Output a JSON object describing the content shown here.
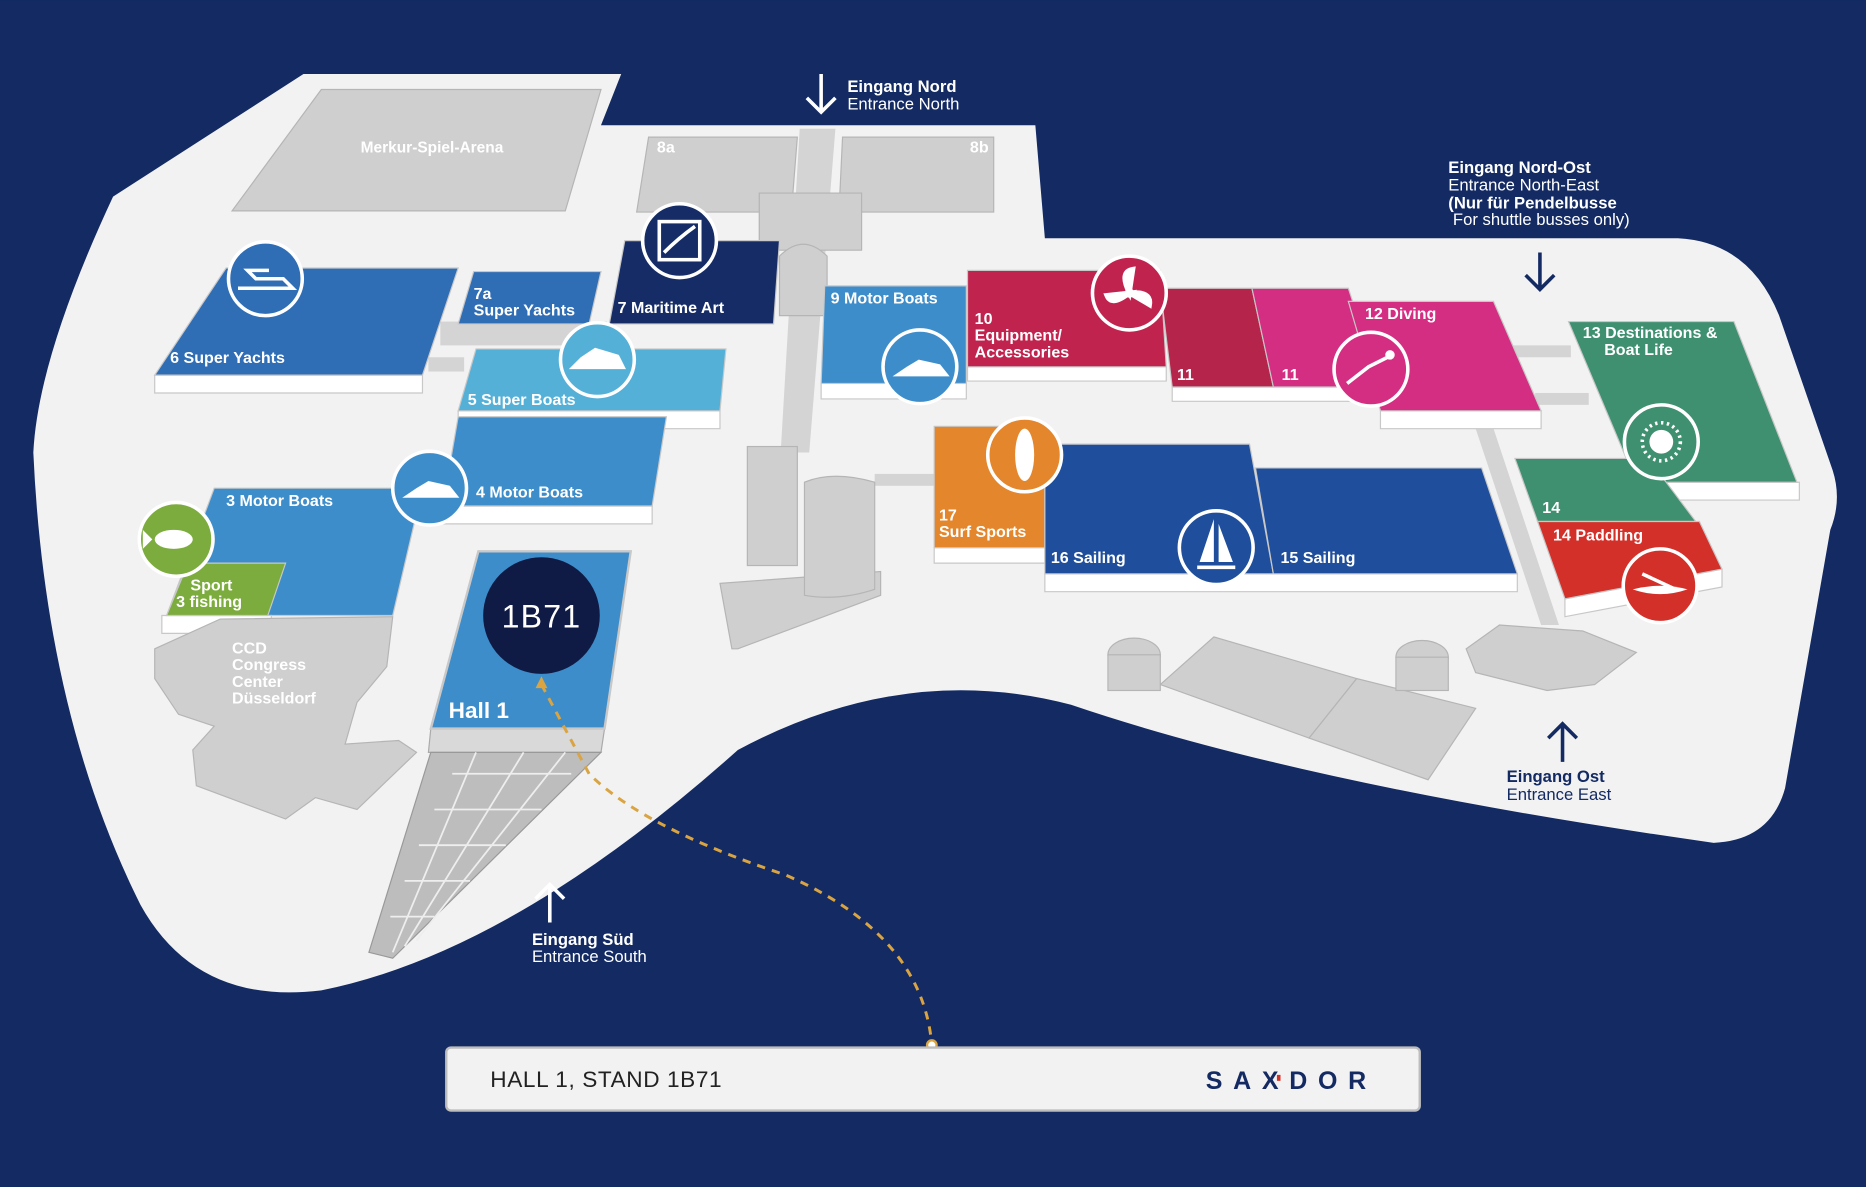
{
  "colors": {
    "background": "#132a63",
    "ground": "#f2f2f2",
    "blue_dark": "#2f6db5",
    "blue_mid": "#3d8dcb",
    "blue_light": "#55b0d8",
    "navy": "#152c66",
    "sailing": "#1f4f9c",
    "red_hall": "#c0244e",
    "pink_hall": "#d42e82",
    "green_hall": "#3f9070",
    "paddling_red": "#d3302a",
    "surf_orange": "#e3862c",
    "fishing_green": "#7cac3d",
    "route": "#d9a441"
  },
  "venue": {
    "arena": "Merkur-Spiel-Arena",
    "hall_8a": "8a",
    "hall_8b": "8b",
    "ccd": [
      "CCD",
      "Congress",
      "Center",
      "Düsseldorf"
    ]
  },
  "halls": {
    "h6": "6 Super Yachts",
    "h7a": [
      "7a",
      "Super Yachts"
    ],
    "h7": "7 Maritime Art",
    "h5": "5 Super Boats",
    "h4": "4 Motor Boats",
    "h3": "3 Motor Boats",
    "h3fish": [
      "Sport",
      "3 fishing"
    ],
    "h1": "Hall 1",
    "stand": "1B71",
    "h9": "9 Motor Boats",
    "h10": [
      "10",
      "Equipment/",
      "Accessories"
    ],
    "h11a": "11",
    "h11b": "11",
    "h12": "12 Diving",
    "h13": [
      "13 Destinations &",
      "Boat Life"
    ],
    "h14": "14",
    "h14p": "14 Paddling",
    "h17": [
      "17",
      "Surf Sports"
    ],
    "h16": "16 Sailing",
    "h15": "15 Sailing"
  },
  "entrances": {
    "north": [
      "Eingang Nord",
      "Entrance North"
    ],
    "north_east": [
      "Eingang Nord-Ost",
      "Entrance North-East",
      "(Nur für Pendelbusse",
      " For shuttle busses only)"
    ],
    "east": [
      "Eingang Ost",
      "Entrance East"
    ],
    "south": [
      "Eingang Süd",
      "Entrance South"
    ]
  },
  "banner": {
    "location": "HALL 1, STAND 1B71",
    "brand": "SAXDOR"
  }
}
